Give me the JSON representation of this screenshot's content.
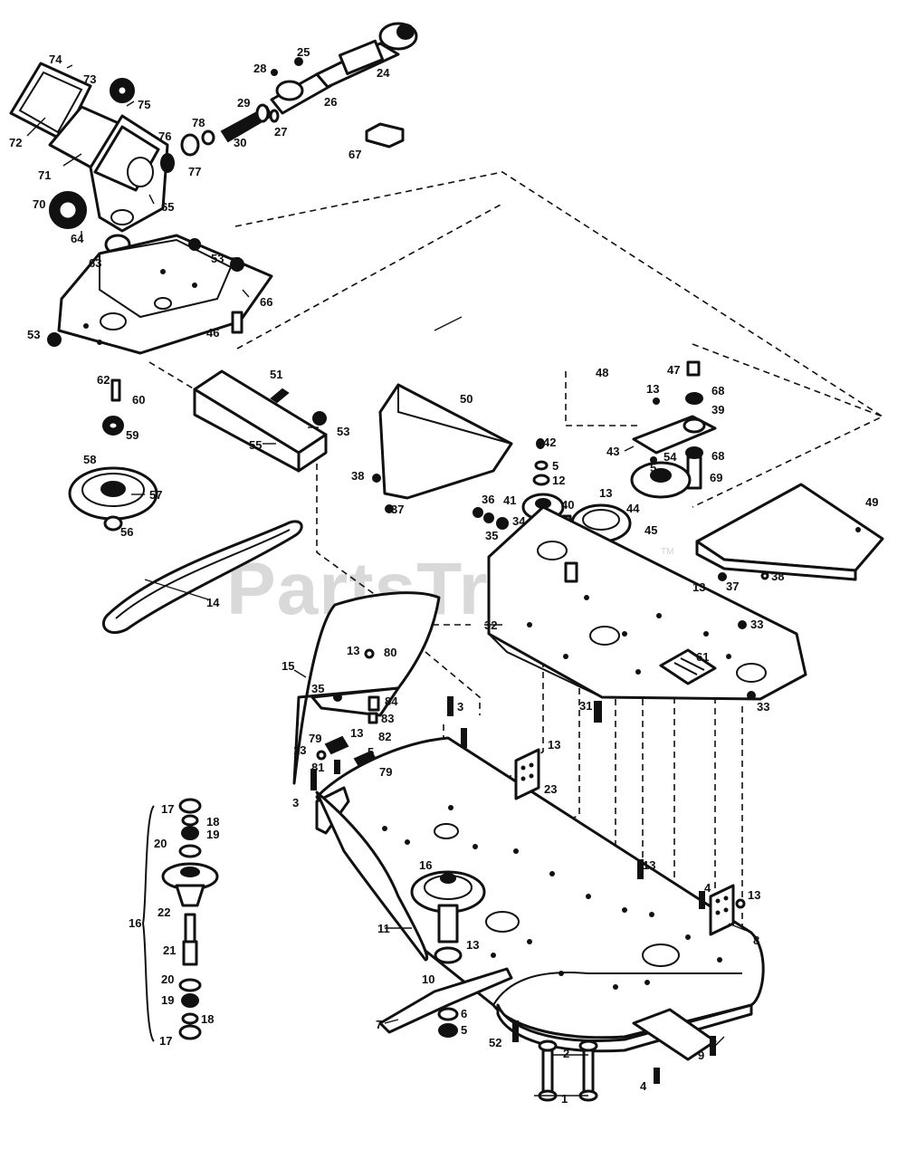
{
  "watermark": {
    "text": "PartsTree",
    "trademark": "TM"
  },
  "callouts": {
    "c1": "1",
    "c2": "2",
    "c3a": "3",
    "c3b": "3",
    "c4": "4",
    "c5": "5",
    "c5b": "5",
    "c5c": "5",
    "c6": "6",
    "c7": "7",
    "c8": "8",
    "c9": "9",
    "c10": "10",
    "c11": "11",
    "c12": "12",
    "c13a": "13",
    "c13b": "13",
    "c13c": "13",
    "c13d": "13",
    "c13e": "13",
    "c13f": "13",
    "c13g": "13",
    "c13h": "13",
    "c13i": "13",
    "c13j": "13",
    "c14": "14",
    "c15": "15",
    "c16a": "16",
    "c16b": "16",
    "c17a": "17",
    "c17b": "17",
    "c18a": "18",
    "c18b": "18",
    "c19a": "19",
    "c19b": "19",
    "c20a": "20",
    "c20b": "20",
    "c21": "21",
    "c22": "22",
    "c23": "23",
    "c24": "24",
    "c25": "25",
    "c26": "26",
    "c27": "27",
    "c28": "28",
    "c29": "29",
    "c30": "30",
    "c31": "31",
    "c32": "32",
    "c33a": "33",
    "c33b": "33",
    "c34": "34",
    "c35a": "35",
    "c35b": "35",
    "c36": "36",
    "c37a": "37",
    "c37b": "37",
    "c38a": "38",
    "c38b": "38",
    "c39": "39",
    "c40": "40",
    "c41": "41",
    "c42": "42",
    "c43": "43",
    "c44": "44",
    "c45": "45",
    "c46": "46",
    "c47": "47",
    "c48": "48",
    "c49": "49",
    "c50": "50",
    "c51": "51",
    "c52": "52",
    "c53a": "53",
    "c53b": "53",
    "c53c": "53",
    "c54": "54",
    "c55": "55",
    "c56": "56",
    "c57": "57",
    "c58": "58",
    "c59": "59",
    "c60": "60",
    "c61": "61",
    "c62": "62",
    "c63": "63",
    "c64": "64",
    "c65": "65",
    "c66": "66",
    "c67": "67",
    "c68a": "68",
    "c68b": "68",
    "c69": "69",
    "c70": "70",
    "c71": "71",
    "c72": "72",
    "c73": "73",
    "c74": "74",
    "c75": "75",
    "c76": "76",
    "c77": "77",
    "c78": "78",
    "c79a": "79",
    "c79b": "79",
    "c80": "80",
    "c81": "81",
    "c82": "82",
    "c83": "83",
    "c84": "84"
  }
}
